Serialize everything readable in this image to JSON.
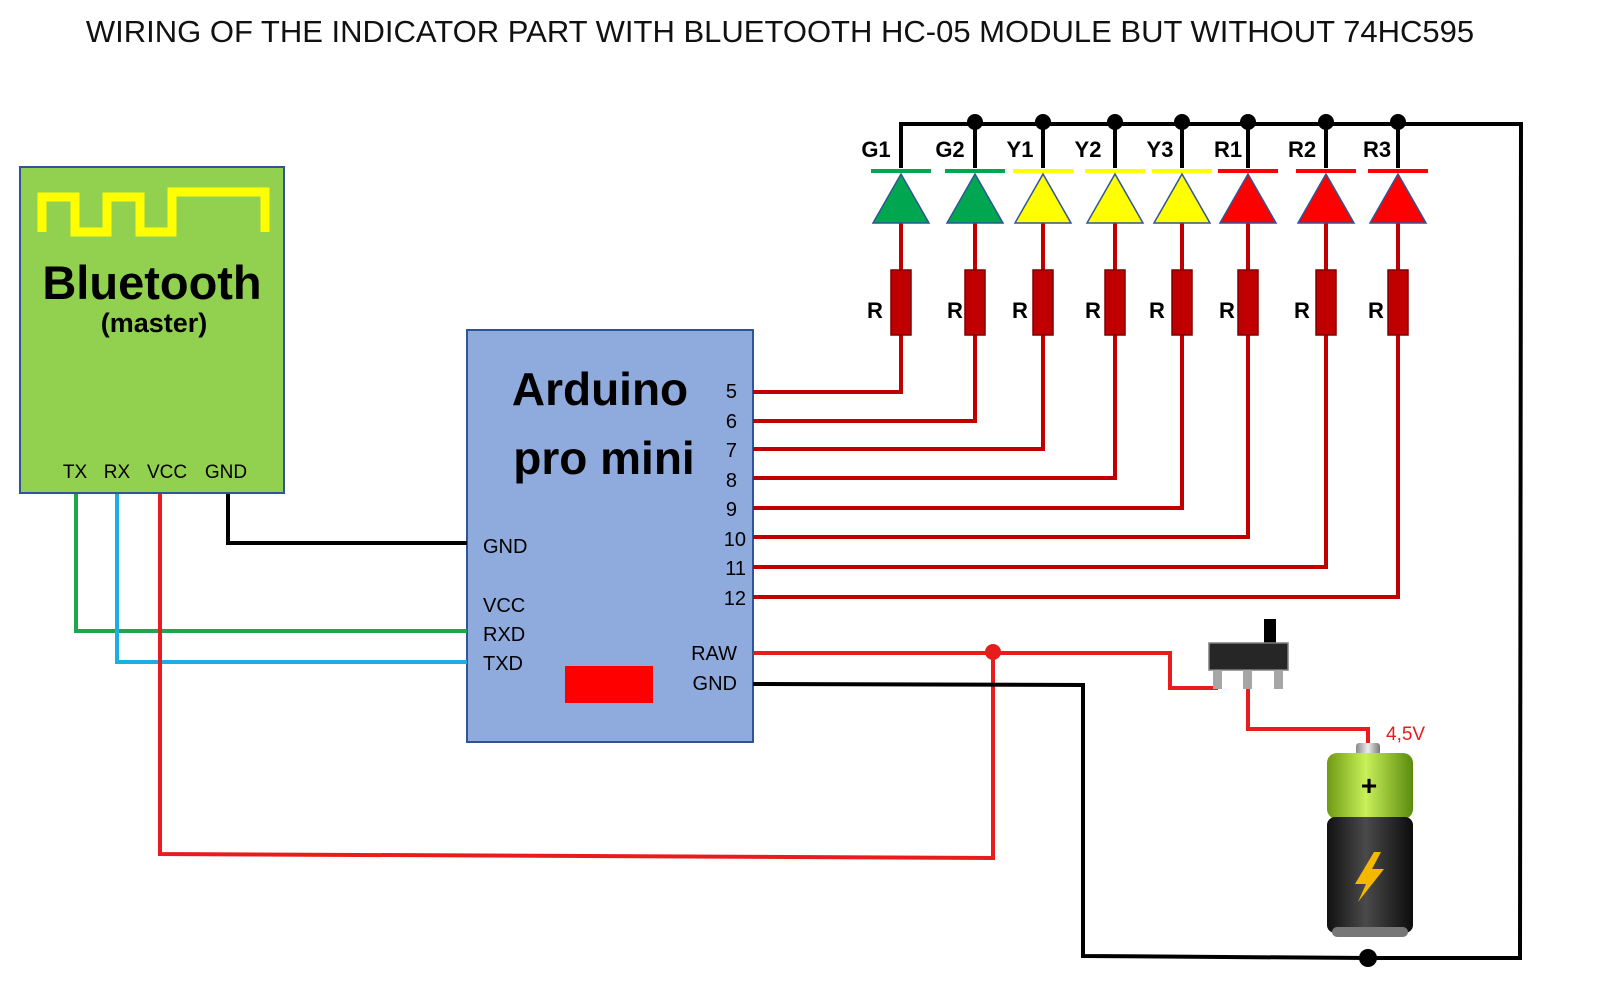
{
  "title": "WIRING OF THE INDICATOR PART WITH BLUETOOTH HC-05 MODULE BUT WITHOUT 74HC595",
  "bluetooth": {
    "name": "Bluetooth",
    "role": "(master)",
    "pins": [
      "TX",
      "RX",
      "VCC",
      "GND"
    ]
  },
  "arduino": {
    "name_line1": "Arduino",
    "name_line2": "pro mini",
    "left_pins": {
      "gnd": "GND",
      "vcc": "VCC",
      "rxd": "RXD",
      "txd": "TXD"
    },
    "right_pins": [
      "5",
      "6",
      "7",
      "8",
      "9",
      "10",
      "11",
      "12"
    ],
    "raw": "RAW",
    "gnd2": "GND"
  },
  "leds": [
    {
      "label": "G1",
      "color": "#00a650"
    },
    {
      "label": "G2",
      "color": "#00a650"
    },
    {
      "label": "Y1",
      "color": "#ffff00"
    },
    {
      "label": "Y2",
      "color": "#ffff00"
    },
    {
      "label": "Y3",
      "color": "#ffff00"
    },
    {
      "label": "R1",
      "color": "#ff0000"
    },
    {
      "label": "R2",
      "color": "#ff0000"
    },
    {
      "label": "R3",
      "color": "#ff0000"
    }
  ],
  "resistor_label": "R",
  "battery": {
    "voltage": "4,5V",
    "plus": "+"
  },
  "colors": {
    "wire_red": "#e81c1c",
    "wire_dark_red": "#c00000",
    "wire_black": "#000000",
    "wire_green": "#1aa84a",
    "wire_blue": "#1aaee5",
    "bluetooth_fill": "#92d050",
    "bluetooth_wave": "#ffff00",
    "arduino_fill": "#8faadc",
    "resistor_fill": "#c00000"
  }
}
